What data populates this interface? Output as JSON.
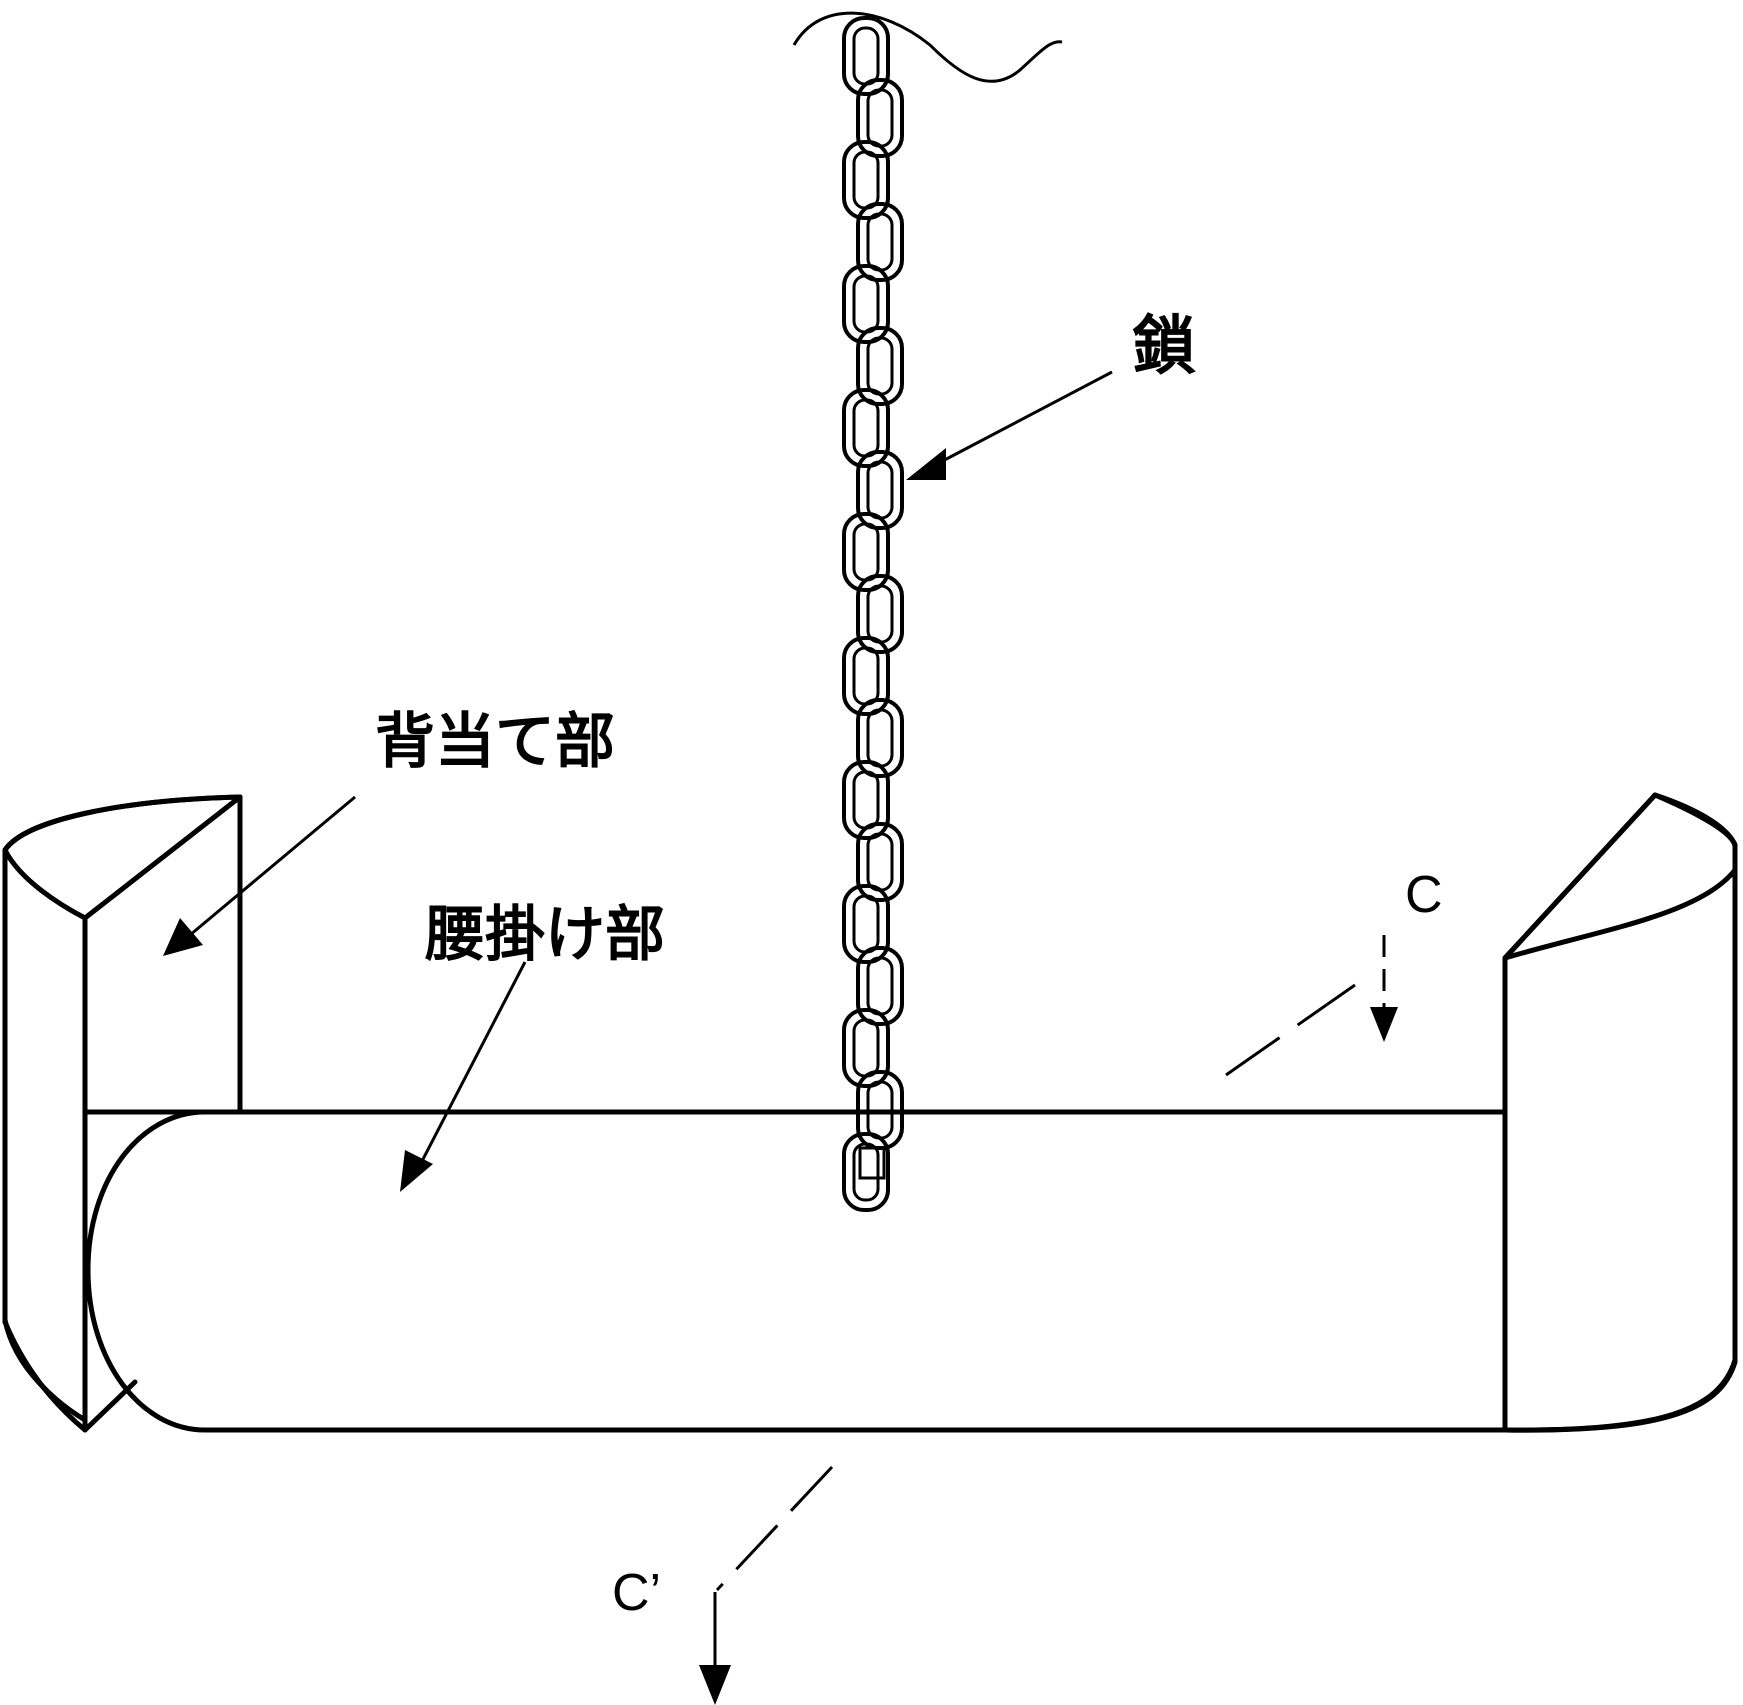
{
  "figure": {
    "labels": {
      "chain": "鎖",
      "back_rest": "背当て部",
      "seat": "腰掛け部",
      "section_top": "C",
      "section_bottom": "C’"
    },
    "colors": {
      "stroke": "#000000",
      "fill": "#ffffff"
    }
  }
}
